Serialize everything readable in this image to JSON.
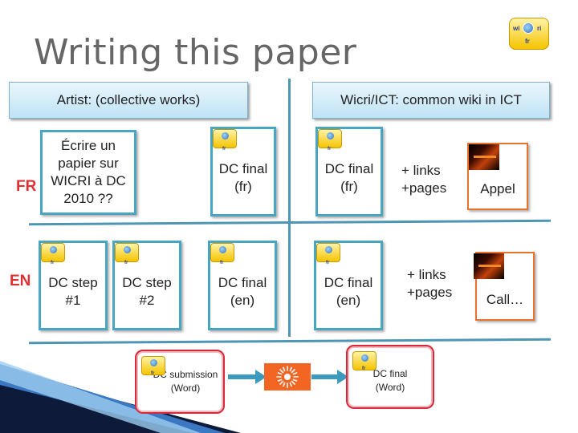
{
  "title": "Writing this paper",
  "logo": {
    "w": "wi",
    "ri": "ri",
    "fr": "fr"
  },
  "headers": {
    "left": "Artist: (collective works)",
    "right": "Wicri/ICT: common wiki in ICT"
  },
  "rows": {
    "fr": "FR",
    "en": "EN"
  },
  "fr_left": {
    "draft": "Écrire un papier sur WICRI à DC 2010 ??",
    "final": "DC final (fr)"
  },
  "fr_right": {
    "final": "DC final (fr)",
    "links": "+ links +pages",
    "photo": "Appel"
  },
  "en_left": {
    "step1": "DC step #1",
    "step2": "DC step #2",
    "final": "DC final (en)"
  },
  "en_right": {
    "final": "DC final (en)",
    "links": "+ links +pages",
    "photo": "Call…"
  },
  "bottom": {
    "submission": "DC submission (Word)",
    "final": "DC final (Word)"
  },
  "colors": {
    "accent_blue": "#49a6c2",
    "lang_red": "#e03030",
    "photo_orange": "#e8732c",
    "frame_red": "#d8293a",
    "sun_orange": "#f26522"
  }
}
